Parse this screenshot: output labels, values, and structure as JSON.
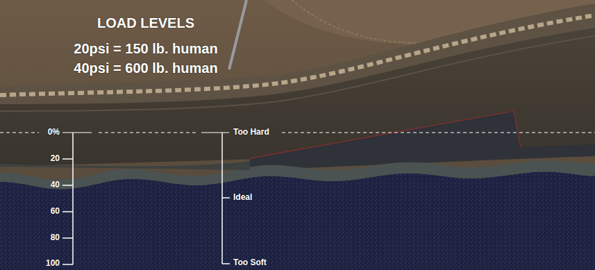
{
  "diagram": {
    "title": "LOAD LEVELS",
    "labels": [
      "20psi = 150 lb. human",
      "40psi = 600 lb. human",
      "0%",
      "20",
      "40",
      "60",
      "80",
      "100",
      "Too Hard",
      "Ideal",
      "Too Soft"
    ]
  }
}
